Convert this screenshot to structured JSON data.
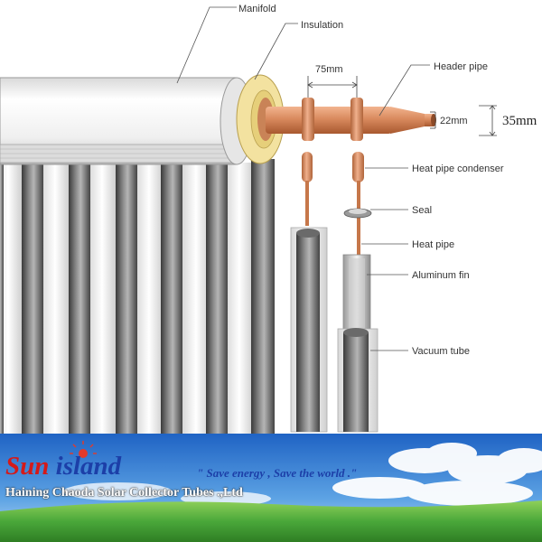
{
  "labels": {
    "manifold": "Manifold",
    "insulation": "Insulation",
    "header_pipe": "Header pipe",
    "heat_pipe_condenser": "Heat pipe condenser",
    "seal": "Seal",
    "heat_pipe": "Heat pipe",
    "aluminum_fin": "Aluminum fin",
    "vacuum_tube": "Vacuum tube"
  },
  "dimensions": {
    "spacing": "75mm",
    "pipe_diameter": "22mm",
    "header_diameter": "35mm"
  },
  "banner": {
    "brand_part1": "Sun",
    "brand_part2": "island",
    "slogan": "\" Save energy , Save the world .\"",
    "company": "Haining Chaoda Solar Collector Tubes .,Ltd"
  },
  "colors": {
    "copper": "#d98a5e",
    "tube_dark": "#555555",
    "insulation": "#f3e2a0",
    "brand_red": "#d41a1a",
    "brand_blue": "#1c3fa8",
    "sky": "#2e79d0",
    "grass": "#4aa83a"
  }
}
